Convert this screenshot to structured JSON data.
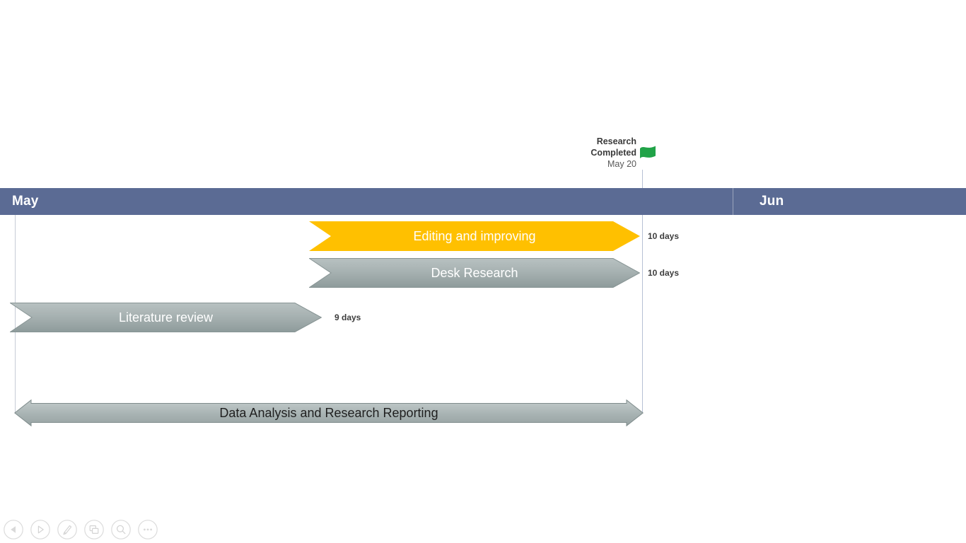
{
  "slide": {
    "milestone": {
      "line1": "Research",
      "line2": "Completed",
      "date": "May 20"
    },
    "band": {
      "month_left": "May",
      "month_right": "Jun"
    },
    "tasks": [
      {
        "label": "Editing and improving",
        "duration": "10 days"
      },
      {
        "label": "Desk Research",
        "duration": "10 days"
      },
      {
        "label": "Literature review",
        "duration": "9 days"
      },
      {
        "label": "Data Analysis and Research Reporting",
        "duration": ""
      }
    ],
    "colors": {
      "band": "#5b6b94",
      "highlight_bar": "#ffc000",
      "gray_bar": "#9fabab",
      "flag_green": "#21a348",
      "text_dark": "#3d3d3d"
    }
  },
  "chart_data": {
    "type": "bar",
    "subtype": "gantt-timeline",
    "title": "",
    "months_axis": [
      "May",
      "Jun"
    ],
    "tasks": [
      {
        "name": "Editing and improving",
        "duration_label": "10 days",
        "duration_days": 10,
        "color": "#ffc000",
        "row": 1,
        "shape": "chevron-arrow-right"
      },
      {
        "name": "Desk Research",
        "duration_label": "10 days",
        "duration_days": 10,
        "color": "gray",
        "row": 2,
        "shape": "chevron-arrow-right"
      },
      {
        "name": "Literature review",
        "duration_label": "9 days",
        "duration_days": 9,
        "color": "gray",
        "row": 3,
        "shape": "chevron-arrow-right"
      },
      {
        "name": "Data Analysis and Research Reporting",
        "color": "gray",
        "row": 4,
        "shape": "double-headed-arrow"
      }
    ],
    "milestones": [
      {
        "name": "Research Completed",
        "date": "May 20",
        "marker": "green-flag"
      }
    ],
    "legend_position": "none",
    "grid": "two vertical guide lines at timeline start and at milestone date"
  },
  "toolbar": {
    "buttons": [
      "previous-slide",
      "next-slide",
      "pen-tools",
      "see-all-slides",
      "zoom-into-slide",
      "more-options"
    ]
  }
}
